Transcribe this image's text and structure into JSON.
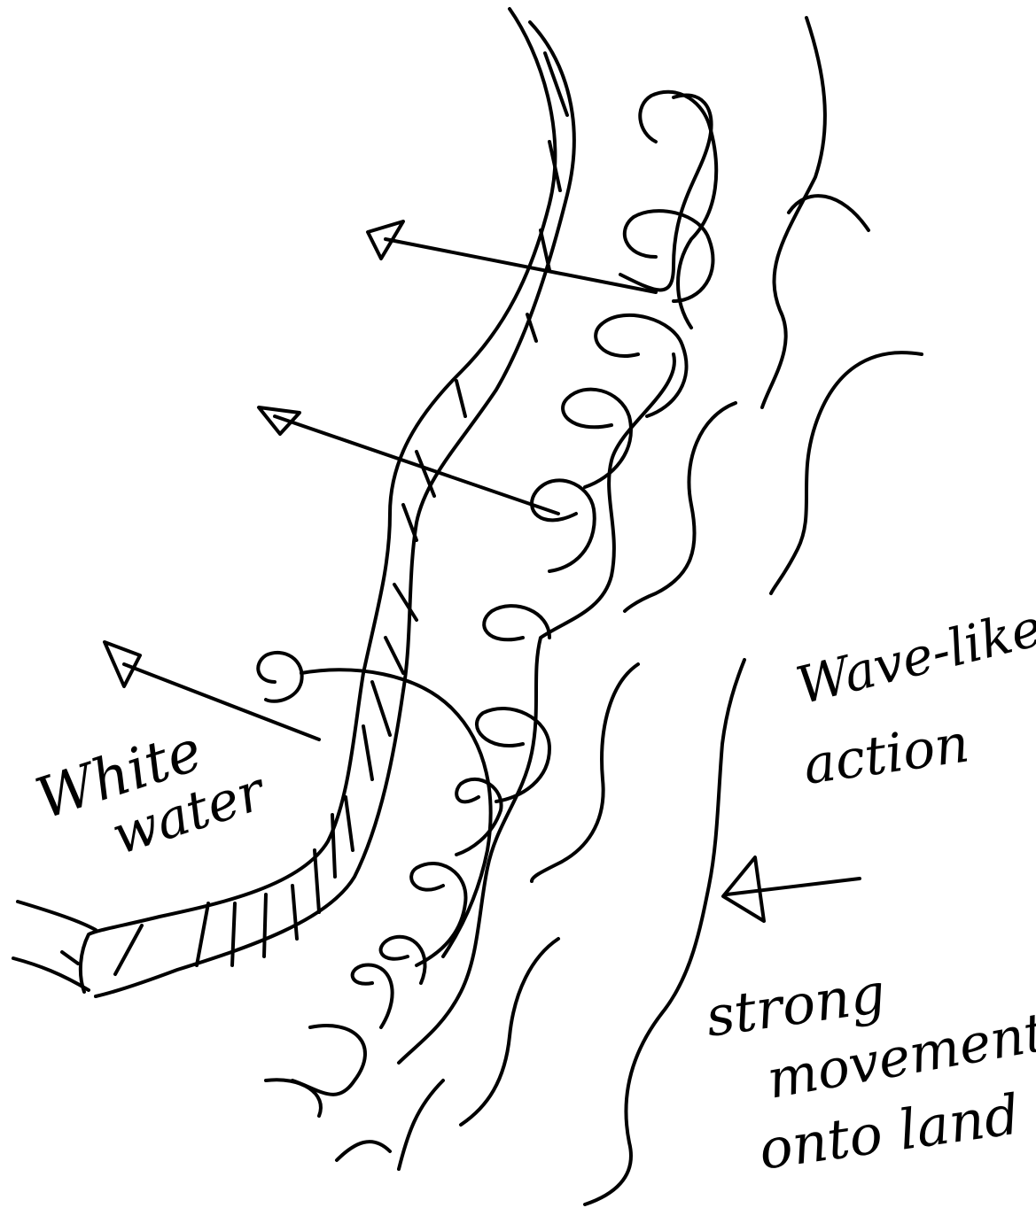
{
  "sketch": {
    "labels": {
      "white": "White",
      "water": "water",
      "wave_like": "Wave-like",
      "action": "action",
      "strong": "strong",
      "movement": "movement",
      "onto_land": "onto land"
    },
    "ink_color": "#000000",
    "background_color": "#ffffff"
  }
}
